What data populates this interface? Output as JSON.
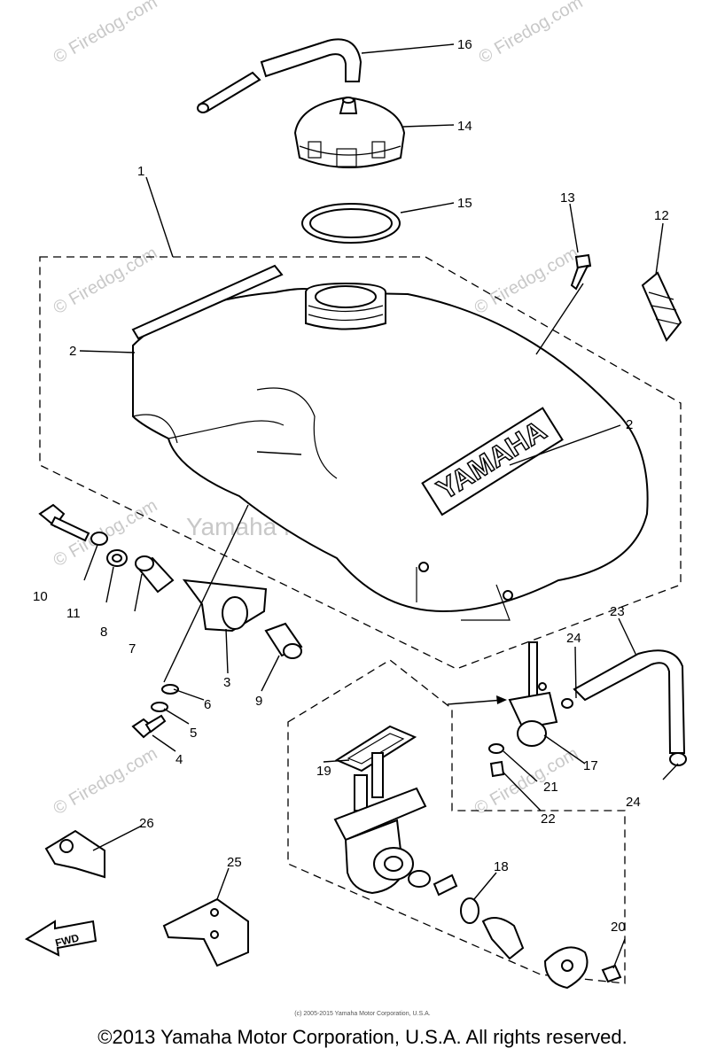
{
  "watermarks": {
    "site": "© Firedog.com",
    "center": "Yamaha Motor Corp, U.S.A."
  },
  "tank_brand": "YAMAHA",
  "fwd_label": "FWD",
  "labels": {
    "l1": "1",
    "l2a": "2",
    "l2b": "2",
    "l3": "3",
    "l4": "4",
    "l5": "5",
    "l6": "6",
    "l7": "7",
    "l8": "8",
    "l9": "9",
    "l10": "10",
    "l11": "11",
    "l12": "12",
    "l13": "13",
    "l14": "14",
    "l15": "15",
    "l16": "16",
    "l17": "17",
    "l18": "18",
    "l19": "19",
    "l20": "20",
    "l21": "21",
    "l22": "22",
    "l23": "23",
    "l24a": "24",
    "l24b": "24",
    "l25": "25",
    "l26": "26"
  },
  "footer": {
    "small_credit": "(c) 2005-2015 Yamaha Motor Corporation, U.S.A.",
    "copyright": "©2013 Yamaha Motor Corporation, U.S.A. All rights reserved."
  }
}
